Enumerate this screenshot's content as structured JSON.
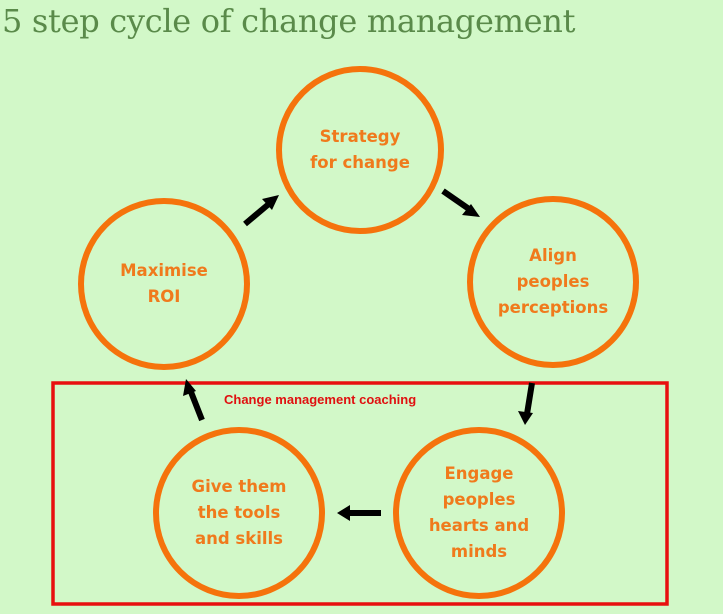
{
  "title": "5 step cycle of change management",
  "colors": {
    "background": "#d2f8c8",
    "title": "#5a8a4a",
    "circle_stroke": "#f5730c",
    "circle_text": "#f07a1c",
    "arrow": "#000000",
    "highlight_box": "#e81010"
  },
  "steps": [
    {
      "label": "Strategy\nfor change"
    },
    {
      "label": "Align\npeoples\nperceptions"
    },
    {
      "label": "Engage\npeoples\nhearts and\nminds"
    },
    {
      "label": "Give them\nthe tools\nand skills"
    },
    {
      "label": "Maximise\nROI"
    }
  ],
  "highlight": {
    "label": "Change management coaching"
  },
  "arrows": [
    {
      "from": "Maximise ROI",
      "to": "Strategy for change",
      "icon": "arrow-up-right-icon"
    },
    {
      "from": "Strategy for change",
      "to": "Align peoples perceptions",
      "icon": "arrow-down-right-icon"
    },
    {
      "from": "Align peoples perceptions",
      "to": "Engage peoples hearts and minds",
      "icon": "arrow-down-icon"
    },
    {
      "from": "Engage peoples hearts and minds",
      "to": "Give them the tools and skills",
      "icon": "arrow-left-icon"
    },
    {
      "from": "Give them the tools and skills",
      "to": "Maximise ROI",
      "icon": "arrow-up-icon"
    }
  ]
}
